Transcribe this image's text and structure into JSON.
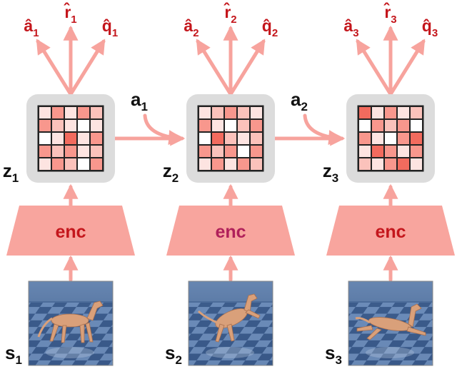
{
  "colors": {
    "arrow": "#f7a39d",
    "encoder_fill": "#f8a59e",
    "encoder_text": "#c4161c",
    "encoder_text_highlight": "#b0205a",
    "latent_frame": "#dcdcdc",
    "grid_palette": [
      "#ffffff",
      "#fde4e1",
      "#fbc2bb",
      "#f8978d",
      "#f26b5e"
    ],
    "output_label": "#c4161c",
    "input_label": "#111111"
  },
  "icons": {
    "frame_image": "dog-simulation-frame-icon"
  },
  "steps": [
    {
      "outputs": [
        {
          "base": "â",
          "sub": "1"
        },
        {
          "base": "r̂",
          "sub": "1"
        },
        {
          "base": "q̂",
          "sub": "1"
        }
      ],
      "latent": {
        "base": "z",
        "sub": "1"
      },
      "encoder": "enc",
      "encoder_highlight": false,
      "state": {
        "base": "s",
        "sub": "1"
      },
      "pose": "standing",
      "grid": [
        [
          1,
          3,
          1,
          3,
          2
        ],
        [
          3,
          2,
          1,
          0,
          1
        ],
        [
          0,
          1,
          4,
          1,
          3
        ],
        [
          3,
          2,
          3,
          1,
          2
        ],
        [
          1,
          3,
          2,
          0,
          3
        ]
      ]
    },
    {
      "outputs": [
        {
          "base": "â",
          "sub": "2"
        },
        {
          "base": "r̂",
          "sub": "2"
        },
        {
          "base": "q̂",
          "sub": "2"
        }
      ],
      "latent": {
        "base": "z",
        "sub": "2"
      },
      "encoder": "enc",
      "encoder_highlight": true,
      "state": {
        "base": "s",
        "sub": "2"
      },
      "pose": "rearing",
      "grid": [
        [
          1,
          2,
          3,
          2,
          1
        ],
        [
          3,
          1,
          0,
          2,
          3
        ],
        [
          0,
          4,
          2,
          1,
          2
        ],
        [
          3,
          2,
          3,
          0,
          3
        ],
        [
          1,
          3,
          1,
          3,
          2
        ]
      ]
    },
    {
      "outputs": [
        {
          "base": "â",
          "sub": "3"
        },
        {
          "base": "r̂",
          "sub": "3"
        },
        {
          "base": "q̂",
          "sub": "3"
        }
      ],
      "latent": {
        "base": "z",
        "sub": "3"
      },
      "encoder": "enc",
      "encoder_highlight": false,
      "state": {
        "base": "s",
        "sub": "3"
      },
      "pose": "leaping",
      "grid": [
        [
          4,
          1,
          3,
          1,
          2
        ],
        [
          0,
          3,
          2,
          3,
          0
        ],
        [
          3,
          1,
          0,
          3,
          4
        ],
        [
          1,
          4,
          3,
          1,
          3
        ],
        [
          2,
          1,
          3,
          4,
          1
        ]
      ]
    }
  ],
  "actions": [
    {
      "base": "a",
      "sub": "1"
    },
    {
      "base": "a",
      "sub": "2"
    }
  ]
}
